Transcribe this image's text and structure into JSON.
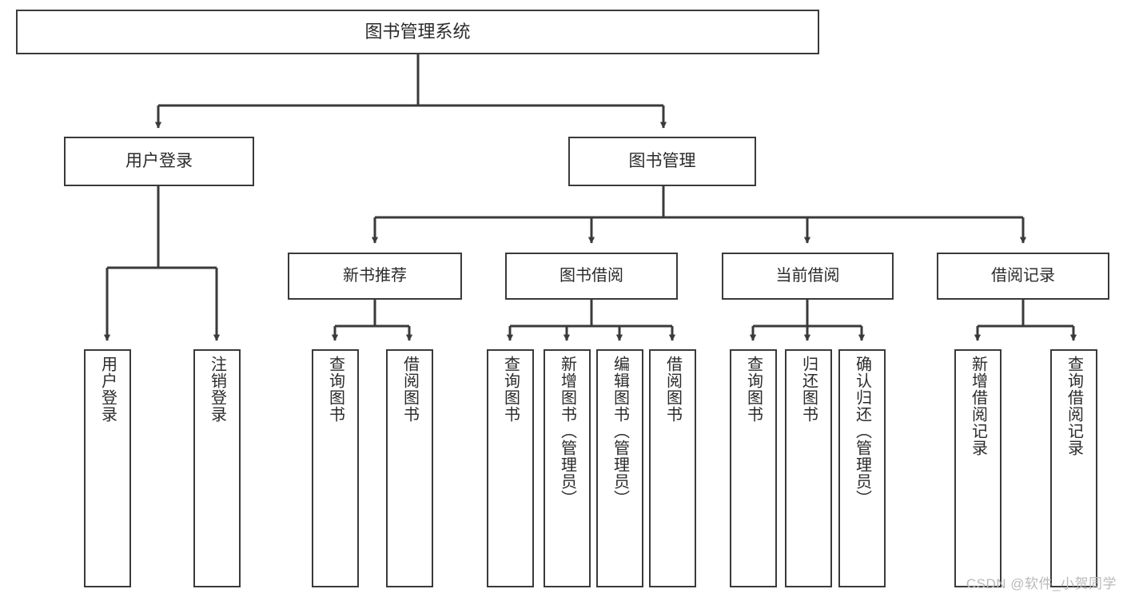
{
  "diagram": {
    "title": "图书管理系统",
    "type": "tree",
    "watermark": "CSDN @软件_小贺同学",
    "colors": {
      "box_border": "#3a3a3a",
      "box_fill": "#ffffff",
      "text": "#2b2b2b",
      "edge": "#3a3a3a",
      "watermark": "#b9b9b9"
    },
    "root": {
      "id": "root",
      "label": "图书管理系统",
      "level": 0
    },
    "level1": [
      {
        "id": "user-login",
        "label": "用户登录",
        "level": 1
      },
      {
        "id": "book-manage",
        "label": "图书管理",
        "level": 1
      }
    ],
    "level2": [
      {
        "id": "new-book-recommend",
        "label": "新书推荐",
        "level": 2,
        "parent": "book-manage"
      },
      {
        "id": "book-borrow",
        "label": "图书借阅",
        "level": 2,
        "parent": "book-manage"
      },
      {
        "id": "current-borrow",
        "label": "当前借阅",
        "level": 2,
        "parent": "book-manage"
      },
      {
        "id": "borrow-record",
        "label": "借阅记录",
        "level": 2,
        "parent": "book-manage"
      }
    ],
    "leaves": [
      {
        "id": "leaf-user-login",
        "label": "用户登录",
        "parent": "user-login"
      },
      {
        "id": "leaf-user-logout",
        "label": "注销登录",
        "parent": "user-login"
      },
      {
        "id": "leaf-query-book-1",
        "label": "查询图书",
        "parent": "new-book-recommend"
      },
      {
        "id": "leaf-borrow-book-1",
        "label": "借阅图书",
        "parent": "new-book-recommend"
      },
      {
        "id": "leaf-query-book-2",
        "label": "查询图书",
        "parent": "book-borrow"
      },
      {
        "id": "leaf-add-book",
        "label": "新增图书（管理员）",
        "parent": "book-borrow"
      },
      {
        "id": "leaf-edit-book",
        "label": "编辑图书（管理员）",
        "parent": "book-borrow"
      },
      {
        "id": "leaf-borrow-book-2",
        "label": "借阅图书",
        "parent": "book-borrow"
      },
      {
        "id": "leaf-query-book-3",
        "label": "查询图书",
        "parent": "current-borrow"
      },
      {
        "id": "leaf-return-book",
        "label": "归还图书",
        "parent": "current-borrow"
      },
      {
        "id": "leaf-confirm-return",
        "label": "确认归还（管理员）",
        "parent": "current-borrow"
      },
      {
        "id": "leaf-add-record",
        "label": "新增借阅记录",
        "parent": "borrow-record"
      },
      {
        "id": "leaf-query-record",
        "label": "查询借阅记录",
        "parent": "borrow-record"
      }
    ]
  }
}
